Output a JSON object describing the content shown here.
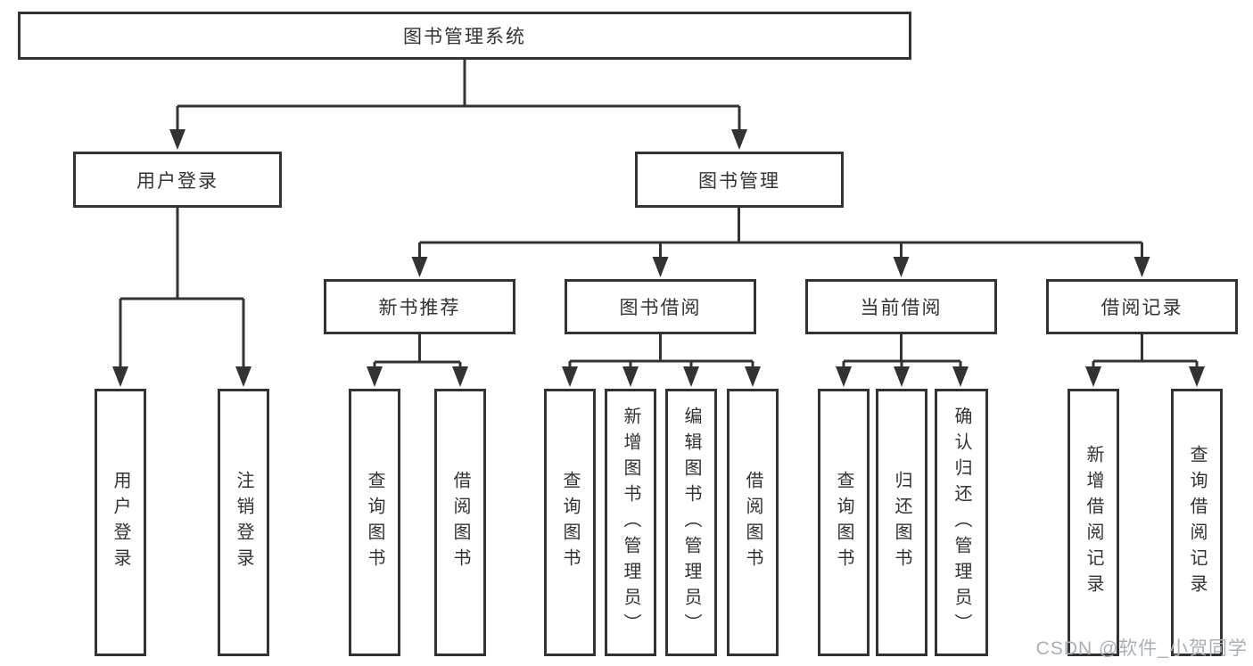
{
  "diagram": {
    "nodes": {
      "root": "图书管理系统",
      "user_login": "用户登录",
      "book_management": "图书管理",
      "new_book": "新书推荐",
      "book_borrow": "图书借阅",
      "current_borrow": "当前借阅",
      "borrow_record": "借阅记录"
    },
    "leaves": {
      "user_login": [
        "用户登录",
        "注销登录"
      ],
      "new_book": [
        "查询图书",
        "借阅图书"
      ],
      "book_borrow": [
        "查询图书",
        "新增图书（管理员）",
        "编辑图书（管理员）",
        "借阅图书"
      ],
      "current_borrow": [
        "查询图书",
        "归还图书",
        "确认归还（管理员）"
      ],
      "borrow_record": [
        "新增借阅记录",
        "查询借阅记录"
      ]
    }
  },
  "watermark": "CSDN @软件_小贺同学",
  "colors": {
    "line": "#333333",
    "text": "#333333",
    "watermark": "#aab0b8",
    "background": "#ffffff"
  }
}
